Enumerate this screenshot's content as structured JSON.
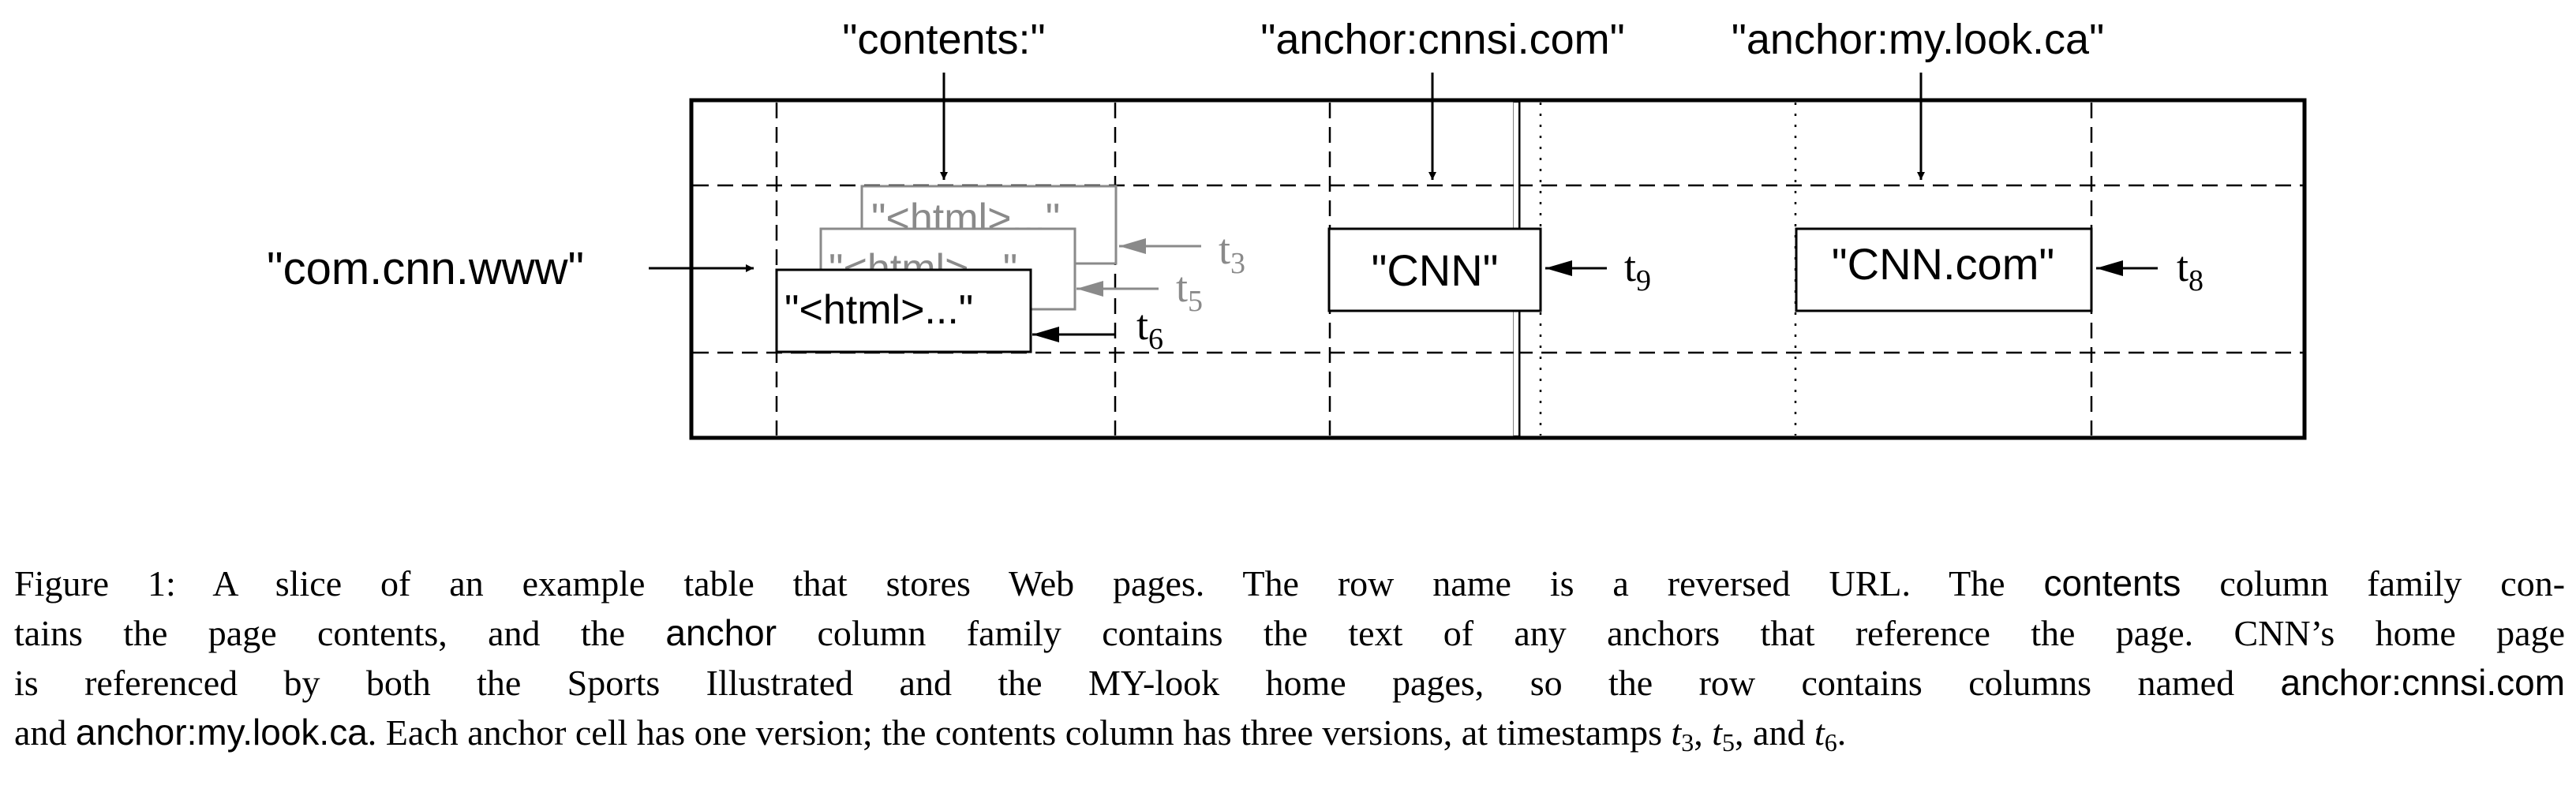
{
  "figure": {
    "column_labels": {
      "contents": "\"contents:\"",
      "anchor_cnnsi": "\"anchor:cnnsi.com\"",
      "anchor_mylook": "\"anchor:my.look.ca\""
    },
    "row_label": "\"com.cnn.www\"",
    "cells": {
      "contents_v3": "\"<html>...\"",
      "contents_v5": "\"<html>...\"",
      "contents_v6": "\"<html>...\"",
      "anchor_cnnsi_value": "\"CNN\"",
      "anchor_mylook_value": "\"CNN.com\""
    },
    "timestamps": {
      "t3": {
        "base": "t",
        "sub": "3"
      },
      "t5": {
        "base": "t",
        "sub": "5"
      },
      "t6": {
        "base": "t",
        "sub": "6"
      },
      "t9": {
        "base": "t",
        "sub": "9"
      },
      "t8": {
        "base": "t",
        "sub": "8"
      }
    },
    "colors": {
      "primary": "#000000",
      "older_version": "#8a8a8a"
    }
  },
  "caption": {
    "label": "Figure 1:",
    "l1_a": "A slice of an example table that stores Web pages. The row name is a reversed URL. The",
    "l1_cf": "contents",
    "l1_b": "column family con-",
    "l2_a": "tains the page contents, and the",
    "l2_cf": "anchor",
    "l2_b": "column family contains the text of any anchors that reference the page. CNN’s home page",
    "l3_a": "is referenced by both the Sports Illustrated and the MY-look home pages, so the row contains columns named",
    "l3_cf": "anchor:cnnsi.com",
    "l4_and": "and",
    "l4_cf": "anchor:my.look.ca",
    "l4_a": ". Each anchor cell has one version; the contents column has three versions, at timestamps",
    "l4_ts1_base": "t",
    "l4_ts1_sub": "3",
    "l4_sep1": ",",
    "l4_ts2_base": "t",
    "l4_ts2_sub": "5",
    "l4_sep2": ", and",
    "l4_ts3_base": "t",
    "l4_ts3_sub": "6",
    "l4_end": "."
  }
}
